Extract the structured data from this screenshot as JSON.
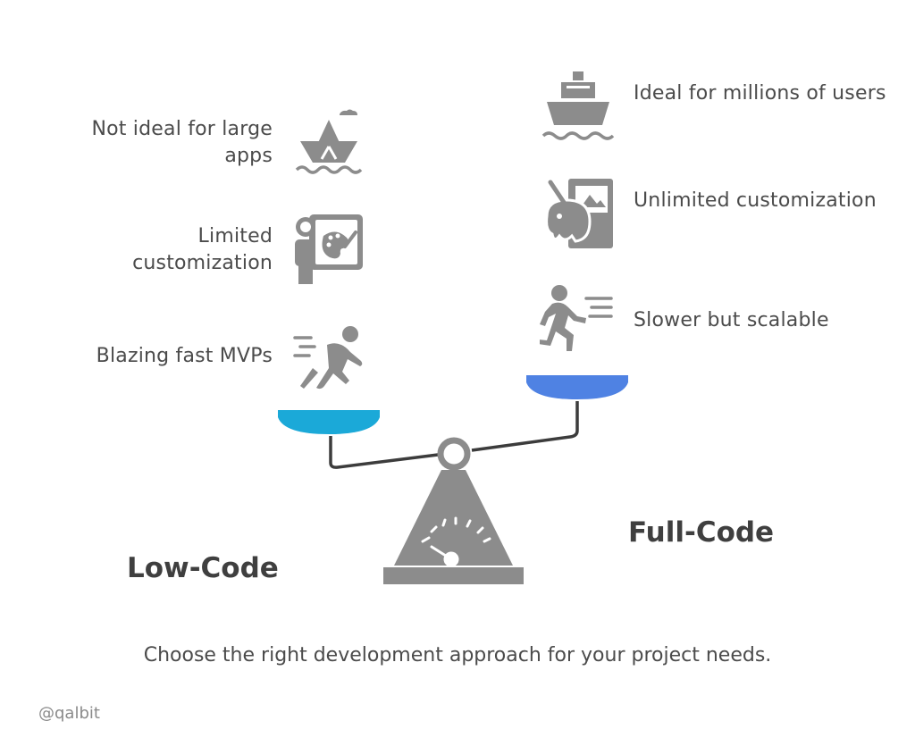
{
  "low_code": {
    "title": "Low-Code",
    "items": [
      {
        "label": "Not ideal for large apps",
        "icon": "paper-boat-icon"
      },
      {
        "label": "Limited customization",
        "icon": "painter-palette-icon"
      },
      {
        "label": "Blazing fast MVPs",
        "icon": "running-fast-icon"
      }
    ],
    "pan_color": "#1ba9d8"
  },
  "full_code": {
    "title": "Full-Code",
    "items": [
      {
        "label": "Ideal for millions of users",
        "icon": "ship-icon"
      },
      {
        "label": "Unlimited customization",
        "icon": "elephant-art-icon"
      },
      {
        "label": "Slower but scalable",
        "icon": "runner-icon"
      }
    ],
    "pan_color": "#4f82e3"
  },
  "caption": "Choose the right development approach for your project needs.",
  "watermark": "@qalbit"
}
